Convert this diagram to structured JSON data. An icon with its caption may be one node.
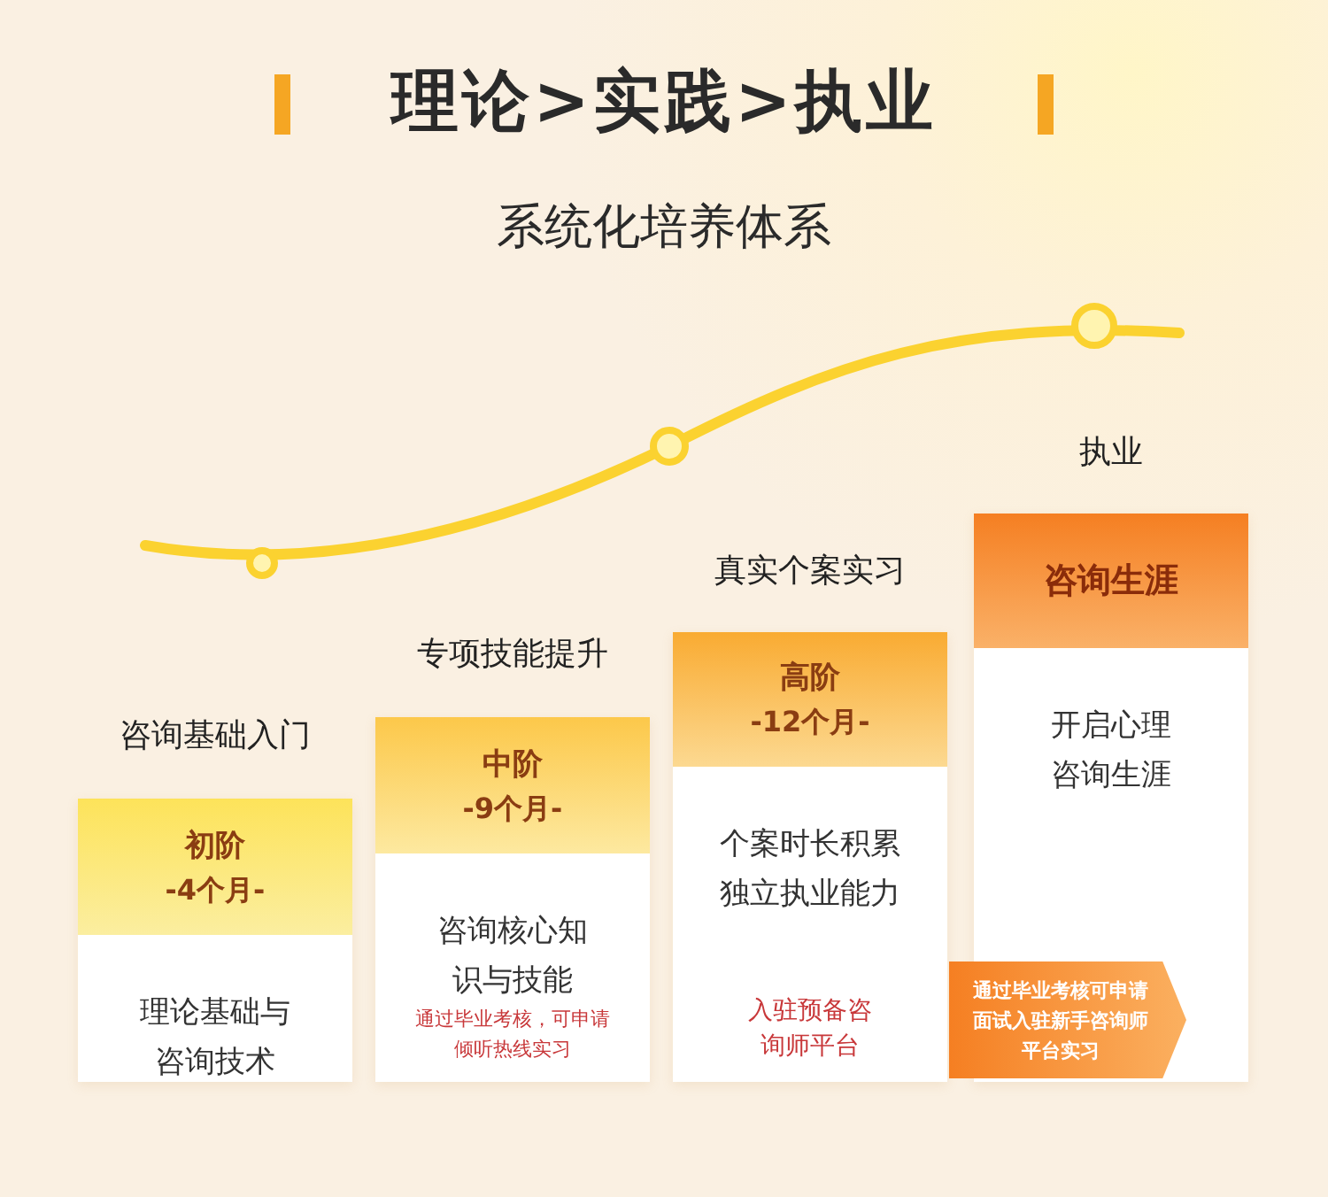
{
  "diagram": {
    "title": "理论>实践>执业",
    "nodes": [
      {
        "text": [
          "理论基础与咨询技术"
        ],
        "beside": [
          "咨询基础入门"
        ]
      },
      {
        "text": [
          "初阶",
          "-4个月-"
        ],
        "in": 0
      },
      {
        "text": [
          "咨询核心知识与技能",
          "通过毕业考核，可申请倾听热线实习"
        ],
        "beside": [
          "专项技能提升"
        ]
      },
      {
        "text": [
          "中阶",
          "-9个月-"
        ],
        "in": 2
      },
      {
        "text": [
          "个案时长积累独立执业能力",
          "入驻预备咨询师平台"
        ],
        "beside": [
          "真实个案实习"
        ]
      },
      {
        "text": [
          "高阶",
          "-12个月-"
        ],
        "in": 4
      },
      {
        "text": [
          "开启心理咨询生涯"
        ],
        "beside": [
          "执业"
        ]
      },
      {
        "text": [
          "咨询生涯"
        ],
        "in": 6
      },
      {
        "text": [
          "通过毕业考核可申请面试入驻新手咨询师平台实习"
        ],
        "in": 6
      }
    ],
    "labels": [
      "系统化培养体系"
    ]
  }
}
